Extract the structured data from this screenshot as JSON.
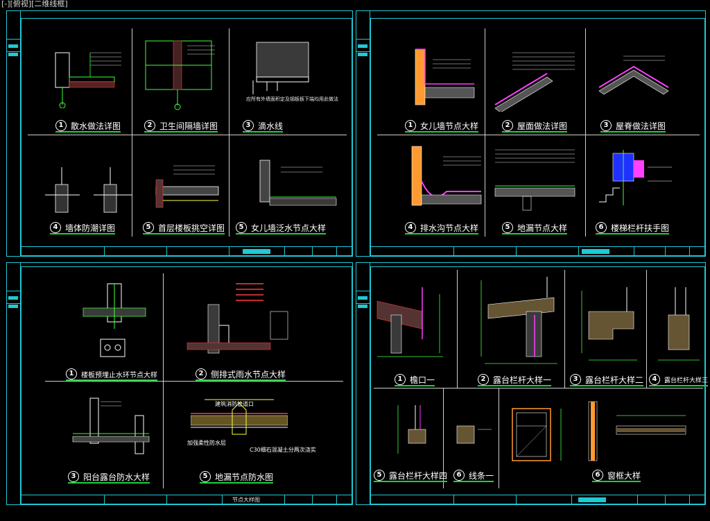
{
  "viewport_label": "[-][俯视][二维线框]",
  "colors": {
    "frame": "#1fc9d6",
    "underline": "#1fd03a",
    "hatch": "#ff3c3c",
    "magenta": "#ff40ff",
    "yellow": "#ffff40",
    "green": "#40ff40",
    "orange": "#ff9a30"
  },
  "sheets": [
    {
      "captions": [
        {
          "num": "1",
          "text": "散水做法详图"
        },
        {
          "num": "2",
          "text": "卫生间隔墙详图"
        },
        {
          "num": "3",
          "text": "滴水线"
        },
        {
          "num": "4",
          "text": "墙体防潮详图"
        },
        {
          "num": "5",
          "text": "首层楼板挑空详图"
        },
        {
          "num": "5",
          "text": "女儿墙泛水节点大样"
        }
      ],
      "note": "应所有外墙面积定及钢板板下端均用此做法"
    },
    {
      "captions": [
        {
          "num": "1",
          "text": "女儿墙节点大样"
        },
        {
          "num": "2",
          "text": "屋面做法详图"
        },
        {
          "num": "3",
          "text": "屋脊做法详图"
        },
        {
          "num": "4",
          "text": "排水沟节点大样"
        },
        {
          "num": "5",
          "text": "地漏节点大样"
        },
        {
          "num": "6",
          "text": "楼梯栏杆扶手图"
        }
      ]
    },
    {
      "captions": [
        {
          "num": "1",
          "text": "楼板预埋止水环节点大样"
        },
        {
          "num": "2",
          "text": "侧排式雨水节点大样"
        },
        {
          "num": "3",
          "text": "阳台露台防水大样"
        },
        {
          "num": "5",
          "text": "地漏节点防水图"
        }
      ],
      "labels": [
        "建筑消防管道口",
        "加强柔性防水层",
        "C30细石混凝土分两次浇实"
      ],
      "title_block_text": "节点大样图"
    },
    {
      "captions": [
        {
          "num": "1",
          "text": "檐口一"
        },
        {
          "num": "2",
          "text": "露台栏杆大样一"
        },
        {
          "num": "3",
          "text": "露台栏杆大样二"
        },
        {
          "num": "4",
          "text": "露台栏杆大样三"
        },
        {
          "num": "5",
          "text": "露台栏杆大样四"
        },
        {
          "num": "6",
          "text": "线条一"
        },
        {
          "num": "6",
          "text": "窗框大样"
        }
      ]
    }
  ]
}
